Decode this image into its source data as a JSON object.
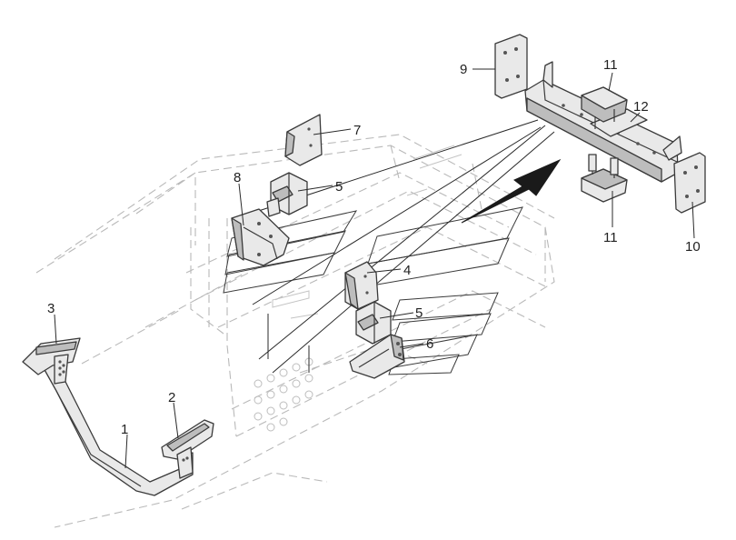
{
  "callouts": [
    {
      "id": "c1",
      "text": "1"
    },
    {
      "id": "c2",
      "text": "2"
    },
    {
      "id": "c3",
      "text": "3"
    },
    {
      "id": "c4",
      "text": "4"
    },
    {
      "id": "c5a",
      "text": "5"
    },
    {
      "id": "c5b",
      "text": "5"
    },
    {
      "id": "c6",
      "text": "6"
    },
    {
      "id": "c7",
      "text": "7"
    },
    {
      "id": "c8",
      "text": "8"
    },
    {
      "id": "c9",
      "text": "9"
    },
    {
      "id": "c10",
      "text": "10"
    },
    {
      "id": "c11a",
      "text": "11"
    },
    {
      "id": "c11b",
      "text": "11"
    },
    {
      "id": "c12",
      "text": "12"
    }
  ],
  "colors": {
    "background": "#ffffff",
    "part_stroke": "#3a3a3a",
    "ghost_stroke": "#b9b9b9",
    "arrow_fill": "#1a1a1a"
  }
}
